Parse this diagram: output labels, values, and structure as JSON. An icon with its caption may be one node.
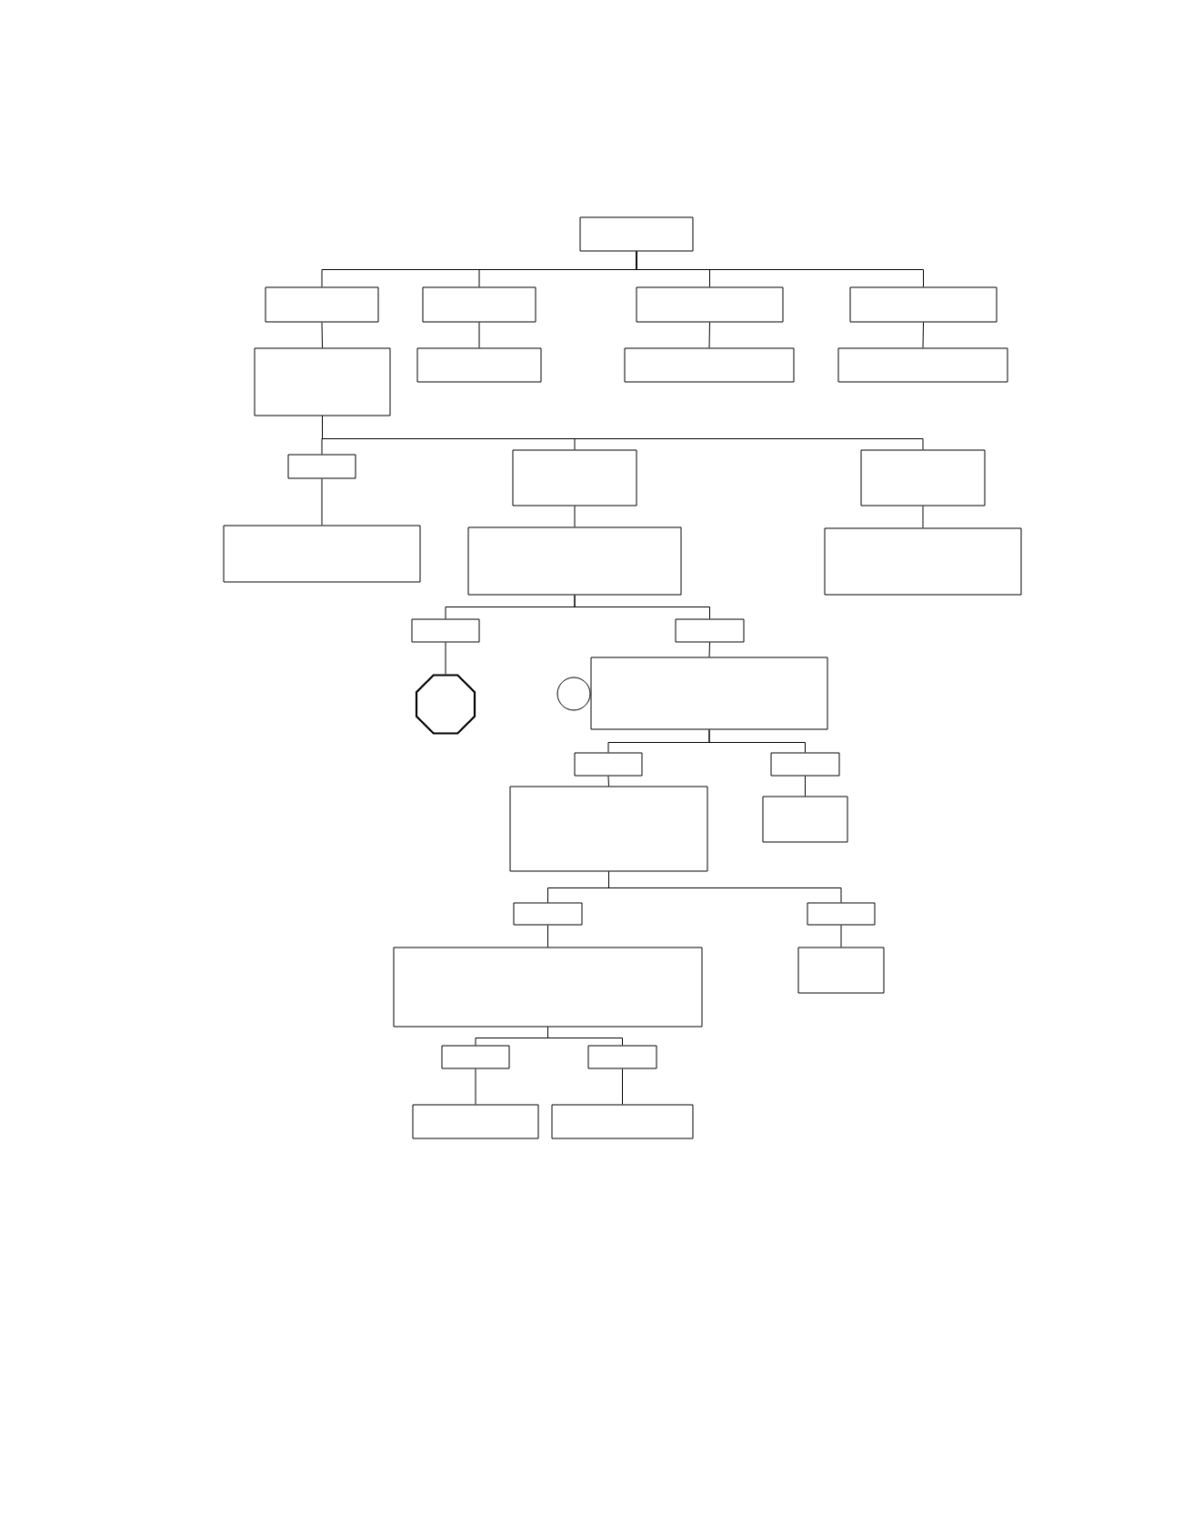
{
  "diagram": {
    "nodes": [
      {
        "text": [],
        "shape": "box"
      },
      {
        "text": [],
        "shape": "box"
      },
      {
        "text": [],
        "shape": "box"
      },
      {
        "text": [],
        "shape": "box"
      },
      {
        "text": [],
        "shape": "box"
      },
      {
        "text": [],
        "shape": "box"
      },
      {
        "text": [],
        "shape": "box"
      },
      {
        "text": [],
        "shape": "box"
      },
      {
        "text": [],
        "shape": "box"
      },
      {
        "text": [],
        "shape": "box"
      },
      {
        "text": [],
        "shape": "box"
      },
      {
        "text": [],
        "shape": "box"
      },
      {
        "text": [],
        "shape": "box"
      },
      {
        "text": [],
        "shape": "box"
      },
      {
        "text": [],
        "shape": "box"
      },
      {
        "text": [],
        "shape": "box"
      },
      {
        "text": [],
        "shape": "box"
      },
      {
        "text": [],
        "shape": "octagon"
      },
      {
        "text": [],
        "shape": "circle"
      },
      {
        "text": [],
        "shape": "box"
      },
      {
        "text": [],
        "shape": "box"
      },
      {
        "text": [],
        "shape": "box"
      },
      {
        "text": [],
        "shape": "box"
      },
      {
        "text": [],
        "shape": "box"
      },
      {
        "text": [],
        "shape": "box"
      },
      {
        "text": [],
        "shape": "box"
      },
      {
        "text": [],
        "shape": "box"
      },
      {
        "text": [],
        "shape": "box"
      },
      {
        "text": [],
        "shape": "box"
      },
      {
        "text": [],
        "shape": "box"
      },
      {
        "text": [],
        "shape": "box"
      },
      {
        "text": [],
        "shape": "box"
      }
    ],
    "edges": [
      {
        "from": 0,
        "to": 1,
        "arrow": "none"
      },
      {
        "from": 0,
        "to": 2,
        "arrow": "none"
      },
      {
        "from": 0,
        "to": 3,
        "arrow": "none"
      },
      {
        "from": 0,
        "to": 4,
        "arrow": "none"
      },
      {
        "from": 1,
        "to": 5,
        "arrow": "none"
      },
      {
        "from": 2,
        "to": 6,
        "arrow": "none"
      },
      {
        "from": 3,
        "to": 7,
        "arrow": "none"
      },
      {
        "from": 4,
        "to": 8,
        "arrow": "none"
      },
      {
        "from": 5,
        "to": 9,
        "arrow": "none"
      },
      {
        "from": 5,
        "to": 10,
        "arrow": "none"
      },
      {
        "from": 5,
        "to": 11,
        "arrow": "none"
      },
      {
        "from": 9,
        "to": 12,
        "arrow": "none"
      },
      {
        "from": 10,
        "to": 13,
        "arrow": "none"
      },
      {
        "from": 11,
        "to": 14,
        "arrow": "none"
      },
      {
        "from": 13,
        "to": 15,
        "arrow": "none"
      },
      {
        "from": 13,
        "to": 16,
        "arrow": "none"
      },
      {
        "from": 15,
        "to": 17,
        "arrow": "none"
      },
      {
        "from": 16,
        "to": 19,
        "arrow": "none"
      },
      {
        "from": 19,
        "to": 20,
        "arrow": "none"
      },
      {
        "from": 19,
        "to": 21,
        "arrow": "none"
      },
      {
        "from": 20,
        "to": 22,
        "arrow": "none"
      },
      {
        "from": 21,
        "to": 23,
        "arrow": "none"
      },
      {
        "from": 22,
        "to": 24,
        "arrow": "none"
      },
      {
        "from": 22,
        "to": 25,
        "arrow": "none"
      },
      {
        "from": 24,
        "to": 26,
        "arrow": "none"
      },
      {
        "from": 25,
        "to": 27,
        "arrow": "none"
      },
      {
        "from": 26,
        "to": 28,
        "arrow": "none"
      },
      {
        "from": 26,
        "to": 29,
        "arrow": "none"
      },
      {
        "from": 28,
        "to": 30,
        "arrow": "none"
      },
      {
        "from": 29,
        "to": 31,
        "arrow": "none"
      }
    ]
  }
}
